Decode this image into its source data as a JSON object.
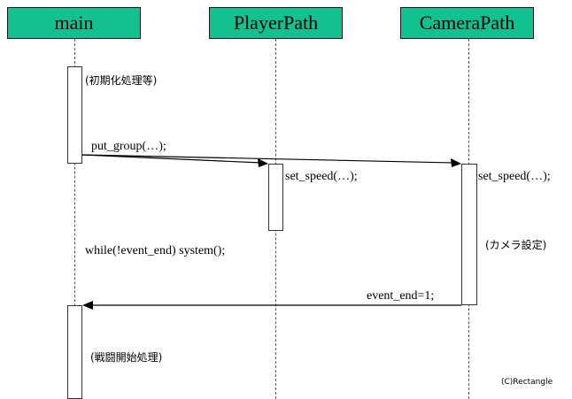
{
  "actors": {
    "main": "main",
    "player_path": "PlayerPath",
    "camera_path": "CameraPath"
  },
  "messages": {
    "put_group": "put_group(…);",
    "set_speed_player": "set_speed(…);",
    "set_speed_camera": "set_speed(…);",
    "while_loop": "while(!event_end) system();",
    "event_end": "event_end=1;"
  },
  "notes": {
    "init": "(初期化処理等)",
    "camera_setting": "(カメラ設定)",
    "battle_start": "(戦闘開始処理)"
  },
  "copyright": "(C)Rectangle",
  "colors": {
    "actor_fill": "#13c08f"
  }
}
